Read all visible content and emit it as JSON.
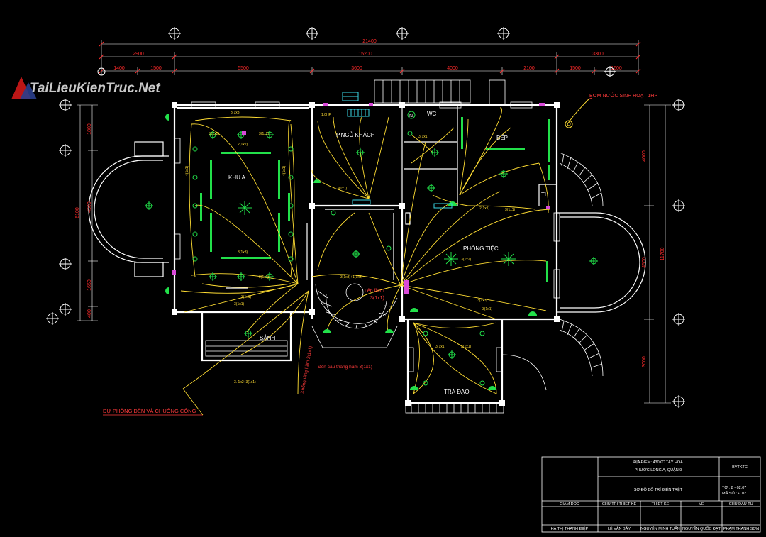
{
  "watermark": "TaiLieuKienTruc.Net",
  "dimensions": {
    "overall": "21400",
    "row2": [
      "2900",
      "15200",
      "3300"
    ],
    "row3": [
      "1400",
      "1500",
      "5500",
      "3600",
      "4000",
      "2100",
      "1500",
      "1600"
    ],
    "left": [
      "1800",
      "6100",
      "4500",
      "1650",
      "400"
    ],
    "right": [
      "4000",
      "11700",
      "4500",
      "3000"
    ]
  },
  "rooms": {
    "khu_a": "KHU A",
    "p_ngu_khach": "P.NGỦ KHÁCH",
    "wc": "WC",
    "bep": "BẾP",
    "tl": "TL",
    "phong_tiec": "PHÒNG TIỆC",
    "sanh": "SẢNH",
    "tra_dao": "TRÀ ĐẠO"
  },
  "annotations": {
    "pump": "BƠM NƯỚC SINH HOẠT 1HP",
    "backup": "DỰ PHÒNG ĐÈN VÀ CHUÔNG CỔNG",
    "up_floor": "Lên lầu 1",
    "up_floor_circuit": "3(1x1)",
    "stair_light": "Đèn cầu thang hầm 3(1x1)",
    "down_basement": "Xuống tầng hầm 2(1x1)",
    "hp": "1,0HP",
    "circuit_a": "3(1x3)",
    "circuit_b": "3(1x2)",
    "circuit_c": "3(1x1)",
    "circuit_d": "2(1x1)",
    "circuit_e": "3(1x3)+1(1x3)",
    "circuit_f": "3. 1x2+3(1x1)",
    "circuit_g": "4(1x1)",
    "circuit_h": "2(1x2)"
  },
  "title_block": {
    "location_line1": "ĐỊA ĐIỂM: 430KC TÂY HÒA",
    "location_line2": "PHƯỚC LONG A, QUẬN 9",
    "code": "BVTKTC",
    "title": "SƠ ĐỒ BỐ TRÍ ĐIỆN TRỆT",
    "sheet_line1": "TỜ : 8 - 02,07",
    "sheet_line2": "MÃ SỐ : Đ 02",
    "headers": [
      "GIÁM ĐỐC",
      "CHỦ TRÌ THIẾT KẾ",
      "THIẾT KẾ",
      "VẼ",
      "CHỦ ĐẦU TƯ"
    ],
    "names": [
      "HÀ THỊ THANH ĐIỆP",
      "LÊ VĂN BẢY",
      "NGUYỄN MINH TUẤN",
      "NGUYỄN QUỐC ĐẠT",
      "PHẠM THANH SƠN"
    ]
  },
  "colors": {
    "background": "#000000",
    "wall": "#ffffff",
    "wiring": "#ffdd33",
    "fixture": "#22e04a",
    "dimension": "#ff2a2a",
    "socket": "#d94ad9",
    "cyan": "#3ad7e6"
  }
}
